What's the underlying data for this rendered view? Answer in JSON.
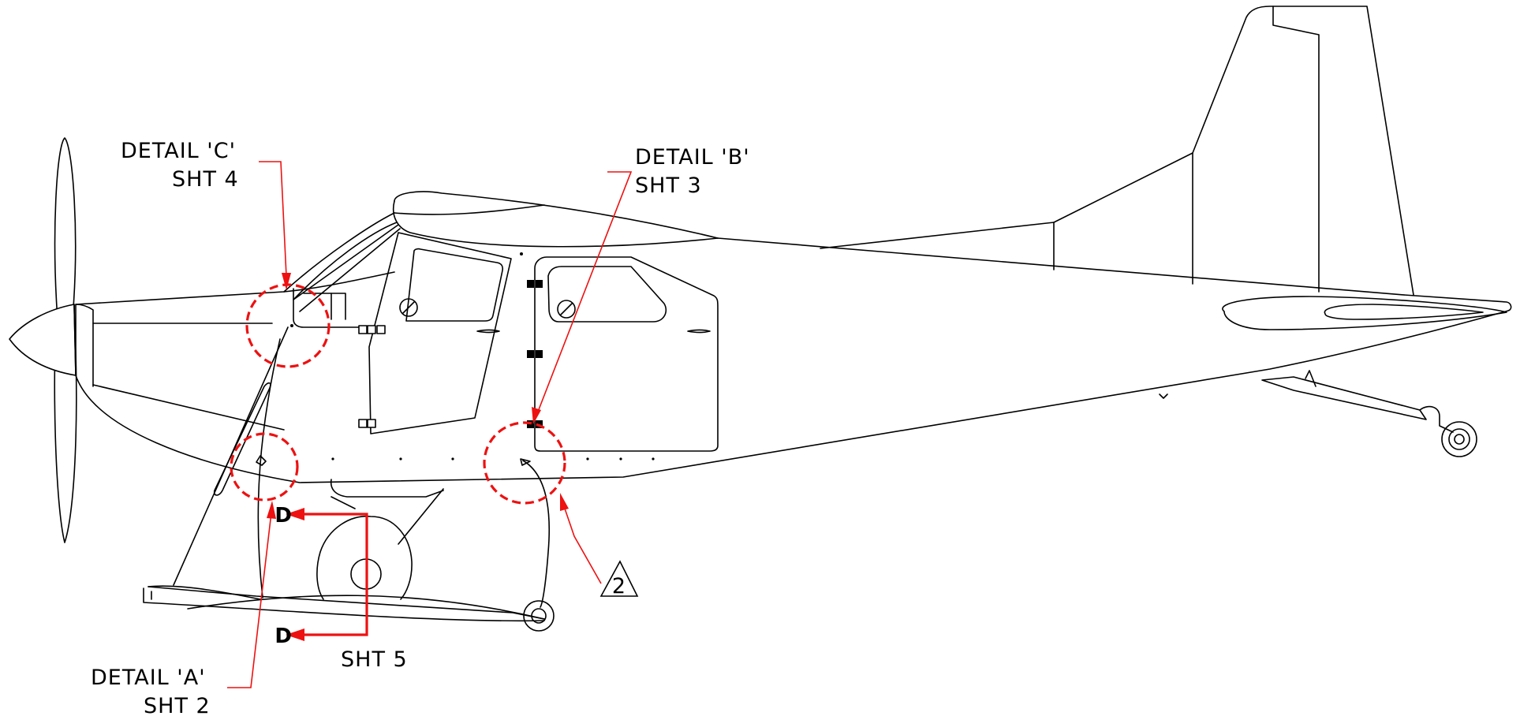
{
  "callouts": {
    "detail_c": {
      "title": "DETAIL 'C'",
      "sheet": "SHT 4"
    },
    "detail_b": {
      "title": "DETAIL 'B'",
      "sheet": "SHT 3"
    },
    "detail_a": {
      "title": "DETAIL 'A'",
      "sheet": "SHT 2"
    }
  },
  "section": {
    "letter_top": "D",
    "letter_bottom": "D",
    "sheet": "SHT 5"
  },
  "note": {
    "number": "2"
  },
  "colors": {
    "drawing": "#000000",
    "callout": "#ee1111",
    "background": "#ffffff"
  }
}
